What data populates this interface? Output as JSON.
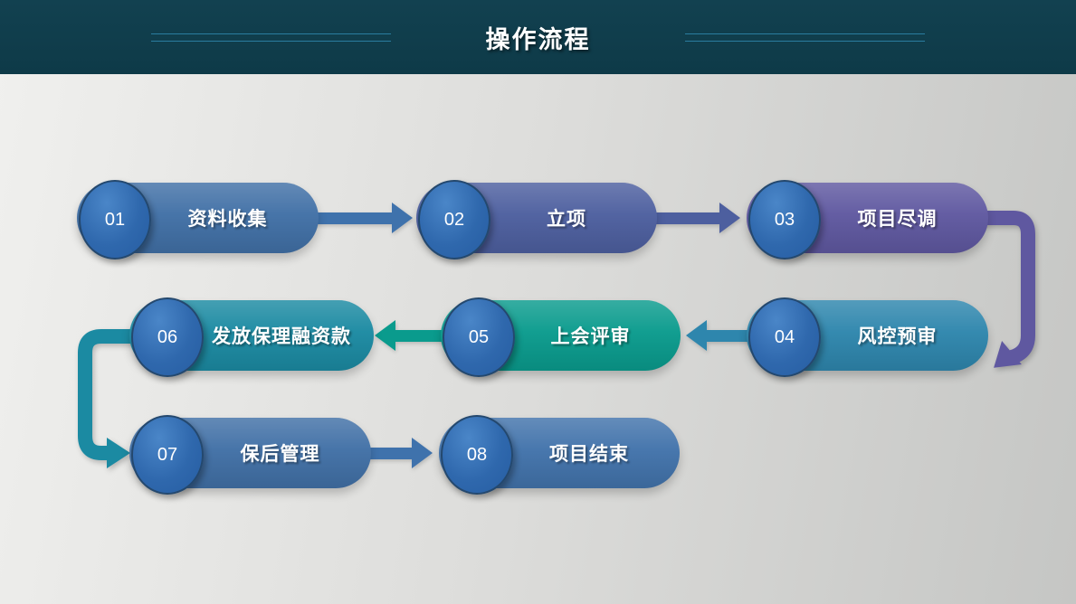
{
  "slide": {
    "header": {
      "title": "操作流程",
      "bg_color": "#0e3a48",
      "line_color": "#2a7da0"
    },
    "background": {
      "left": "#f0f0ee",
      "right": "#c5c6c4"
    },
    "badge": {
      "fill_top": "#4a86c8",
      "fill_bottom": "#265da2",
      "border": "#24486e"
    },
    "steps": [
      {
        "num": "01",
        "label": "资料收集",
        "color": "#4170a6"
      },
      {
        "num": "02",
        "label": "立项",
        "color": "#4d5f9f"
      },
      {
        "num": "03",
        "label": "项目尽调",
        "color": "#5f58a0"
      },
      {
        "num": "04",
        "label": "风控预审",
        "color": "#2e86ad"
      },
      {
        "num": "05",
        "label": "上会评审",
        "color": "#0a9b8d"
      },
      {
        "num": "06",
        "label": "发放保理融资款",
        "color": "#1b8aa2"
      },
      {
        "num": "07",
        "label": "保后管理",
        "color": "#4170a6"
      },
      {
        "num": "08",
        "label": "项目结束",
        "color": "#4273ab"
      }
    ],
    "connections": [
      {
        "from": "01",
        "to": "02",
        "type": "straight-right",
        "color": "#3f72ac"
      },
      {
        "from": "02",
        "to": "03",
        "type": "straight-right",
        "color": "#4d5f9f"
      },
      {
        "from": "03",
        "to": "04",
        "type": "elbow-down-right",
        "color": "#5f58a0"
      },
      {
        "from": "04",
        "to": "05",
        "type": "straight-left",
        "color": "#2e86ad"
      },
      {
        "from": "05",
        "to": "06",
        "type": "straight-left",
        "color": "#0a9b8d"
      },
      {
        "from": "06",
        "to": "07",
        "type": "elbow-down-left",
        "color": "#1b8aa2"
      },
      {
        "from": "07",
        "to": "08",
        "type": "straight-right",
        "color": "#3f72ac"
      }
    ]
  }
}
